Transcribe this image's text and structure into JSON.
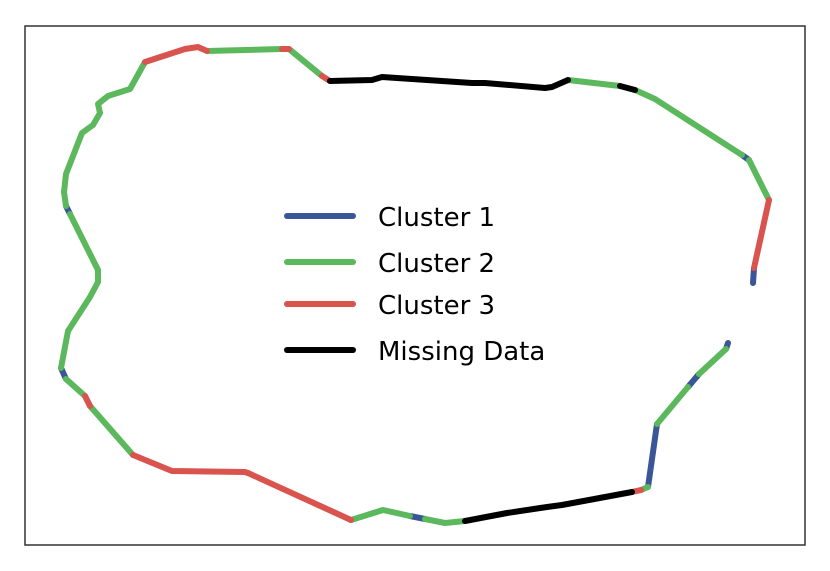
{
  "colors": {
    "cluster_1": "#3b5696",
    "cluster_2": "#5cb85c",
    "cluster_3": "#d9534f",
    "missing": "#000000",
    "frame": "#333333"
  },
  "legend": [
    {
      "label": "Cluster 1",
      "color": "#3b5696"
    },
    {
      "label": "Cluster 2",
      "color": "#5cb85c"
    },
    {
      "label": "Cluster 3",
      "color": "#d9534f"
    },
    {
      "label": "Missing Data",
      "color": "#000000"
    }
  ],
  "chart_data": {
    "type": "line",
    "title": "",
    "xlabel": "",
    "ylabel": "",
    "grid": false,
    "axes_ticks": false,
    "legend_position": "center",
    "series": [
      {
        "name": "Cluster 1",
        "color": "#3b5696",
        "segments": [
          [
            [
              742,
              155
            ],
            [
              749,
              160
            ]
          ],
          [
            [
              754,
              268
            ],
            [
              753,
              283
            ]
          ],
          [
            [
              728,
              343
            ],
            [
              726,
              349
            ]
          ],
          [
            [
              699,
              374
            ],
            [
              688,
              387
            ]
          ],
          [
            [
              657,
              424
            ],
            [
              648,
              487
            ]
          ],
          [
            [
              410,
              516
            ],
            [
              425,
              519
            ]
          ],
          [
            [
              61,
              368
            ],
            [
              66,
              379
            ]
          ],
          [
            [
              66,
              206
            ],
            [
              70,
              214
            ]
          ]
        ]
      },
      {
        "name": "Cluster 2",
        "color": "#5cb85c",
        "segments": [
          [
            [
              568,
              80
            ],
            [
              620,
              86
            ]
          ],
          [
            [
              635,
              90
            ],
            [
              655,
              99
            ],
            [
              742,
              155
            ]
          ],
          [
            [
              749,
              160
            ],
            [
              758,
              178
            ],
            [
              769,
              200
            ]
          ],
          [
            [
              726,
              349
            ],
            [
              699,
              374
            ]
          ],
          [
            [
              688,
              387
            ],
            [
              657,
              424
            ]
          ],
          [
            [
              648,
              487
            ],
            [
              641,
              490
            ]
          ],
          [
            [
              425,
              519
            ],
            [
              445,
              523
            ],
            [
              465,
              521
            ]
          ],
          [
            [
              351,
              520
            ],
            [
              383,
              510
            ],
            [
              410,
              516
            ]
          ],
          [
            [
              133,
              455
            ],
            [
              90,
              406
            ]
          ],
          [
            [
              66,
              379
            ],
            [
              85,
              396
            ]
          ],
          [
            [
              68,
              331
            ],
            [
              61,
              368
            ]
          ],
          [
            [
              70,
              214
            ],
            [
              98,
              270
            ],
            [
              98,
              282
            ],
            [
              90,
              297
            ],
            [
              68,
              331
            ]
          ],
          [
            [
              66,
              206
            ],
            [
              64,
              192
            ],
            [
              66,
              174
            ],
            [
              82,
              133
            ],
            [
              93,
              125
            ],
            [
              100,
              113
            ],
            [
              98,
              104
            ],
            [
              108,
              96
            ],
            [
              130,
              89
            ],
            [
              145,
              62
            ]
          ],
          [
            [
              207,
              51
            ],
            [
              282,
              49
            ]
          ],
          [
            [
              289,
              49
            ],
            [
              322,
              76
            ]
          ]
        ]
      },
      {
        "name": "Cluster 3",
        "color": "#d9534f",
        "segments": [
          [
            [
              769,
              200
            ],
            [
              754,
              268
            ]
          ],
          [
            [
              641,
              490
            ],
            [
              632,
              492
            ]
          ],
          [
            [
              248,
              473
            ],
            [
              351,
              520
            ]
          ],
          [
            [
              133,
              455
            ],
            [
              172,
              471
            ],
            [
              245,
              472
            ],
            [
              248,
              473
            ]
          ],
          [
            [
              85,
              396
            ],
            [
              90,
              406
            ]
          ],
          [
            [
              145,
              62
            ],
            [
              185,
              49
            ],
            [
              198,
              47
            ],
            [
              207,
              51
            ]
          ],
          [
            [
              282,
              49
            ],
            [
              289,
              49
            ]
          ],
          [
            [
              322,
              76
            ],
            [
              330,
              81
            ]
          ]
        ]
      },
      {
        "name": "Missing Data",
        "color": "#000000",
        "segments": [
          [
            [
              330,
              81
            ],
            [
              372,
              80
            ],
            [
              382,
              77
            ],
            [
              472,
              83
            ],
            [
              485,
              83
            ],
            [
              545,
              88
            ],
            [
              552,
              87
            ],
            [
              568,
              80
            ]
          ],
          [
            [
              620,
              86
            ],
            [
              635,
              90
            ]
          ],
          [
            [
              465,
              521
            ],
            [
              507,
              513
            ],
            [
              547,
              507
            ],
            [
              562,
              505
            ],
            [
              632,
              492
            ]
          ]
        ]
      }
    ]
  }
}
